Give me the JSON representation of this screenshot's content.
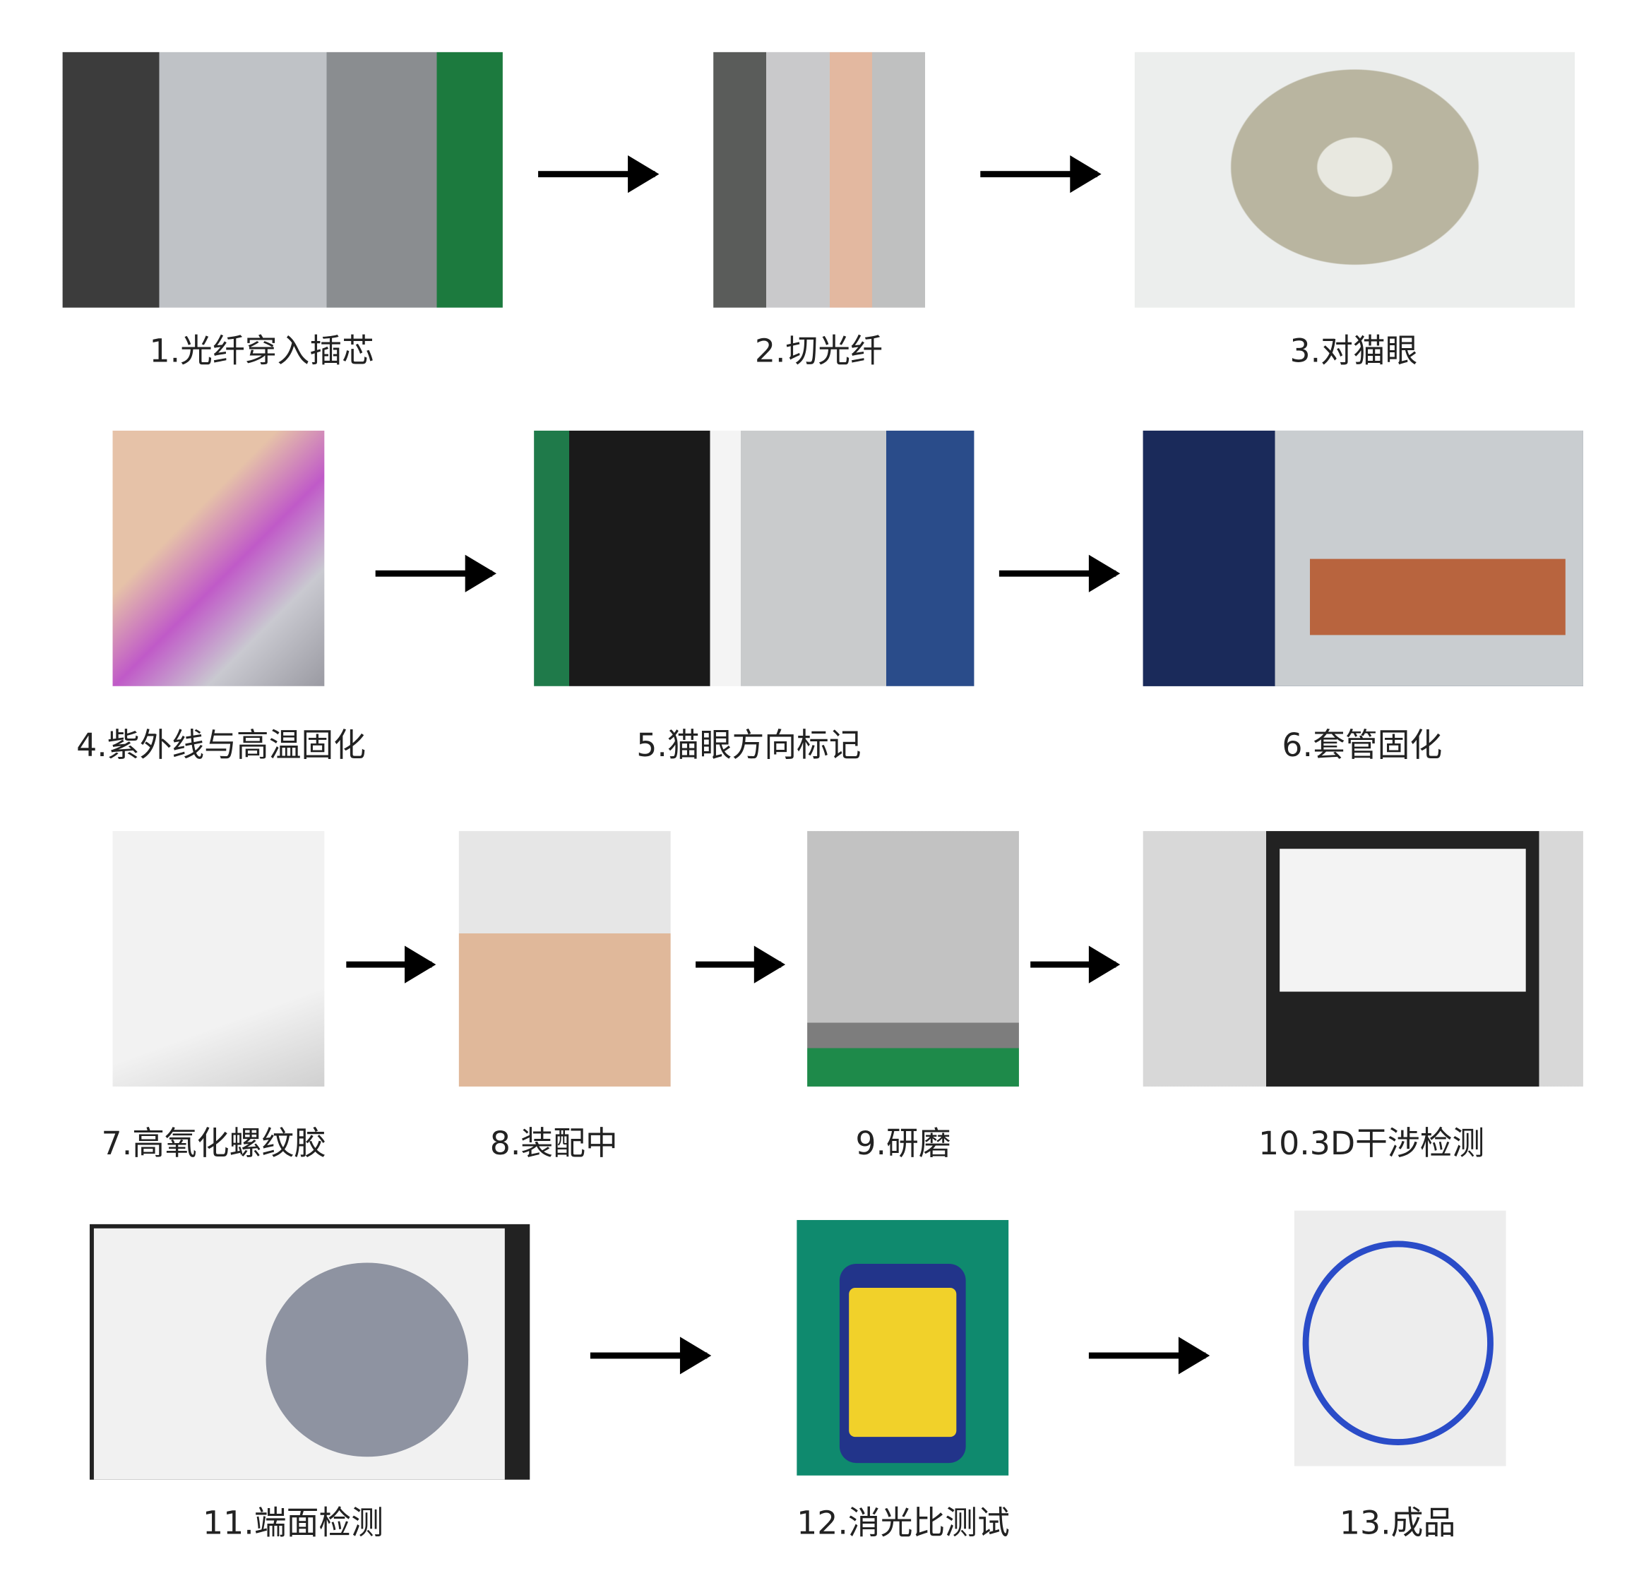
{
  "steps": [
    {
      "label": "1.光纤穿入插芯"
    },
    {
      "label": "2.切光纤"
    },
    {
      "label": "3.对猫眼"
    },
    {
      "label": "4.紫外线与高温固化"
    },
    {
      "label": "5.猫眼方向标记"
    },
    {
      "label": "6.套管固化"
    },
    {
      "label": "7.高氧化螺纹胶"
    },
    {
      "label": "8.装配中"
    },
    {
      "label": "9.研磨"
    },
    {
      "label": "10.3D干涉检测"
    },
    {
      "label": "11.端面检测"
    },
    {
      "label": "12.消光比测试"
    },
    {
      "label": "13.成品"
    }
  ],
  "arrow_color": "#000000"
}
